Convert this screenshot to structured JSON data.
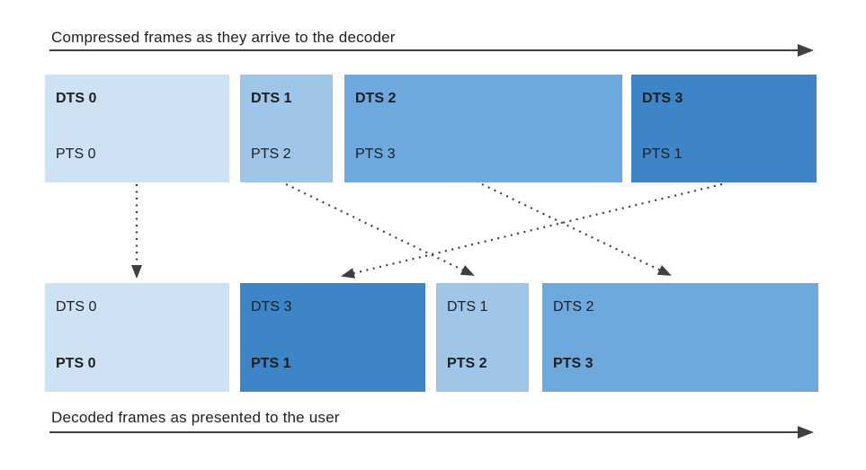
{
  "diagram": {
    "title_top": "Compressed frames as they arrive to the decoder",
    "title_bottom": "Decoded frames as presented to the user",
    "palette": {
      "frame_lightest": "#cfe2f3",
      "frame_light": "#9fc5e8",
      "frame_medium": "#6fa8dc",
      "frame_dark": "#3d85c6",
      "line": "#3c4043",
      "text": "#202124"
    },
    "top_row": [
      {
        "dts": "DTS 0",
        "pts": "PTS 0"
      },
      {
        "dts": "DTS 1",
        "pts": "PTS 2"
      },
      {
        "dts": "DTS 2",
        "pts": "PTS 3"
      },
      {
        "dts": "DTS 3",
        "pts": "PTS 1"
      }
    ],
    "bottom_row": [
      {
        "dts": "DTS 0",
        "pts": "PTS 0"
      },
      {
        "dts": "DTS 3",
        "pts": "PTS 1"
      },
      {
        "dts": "DTS 1",
        "pts": "PTS 2"
      },
      {
        "dts": "DTS 2",
        "pts": "PTS 3"
      }
    ]
  }
}
